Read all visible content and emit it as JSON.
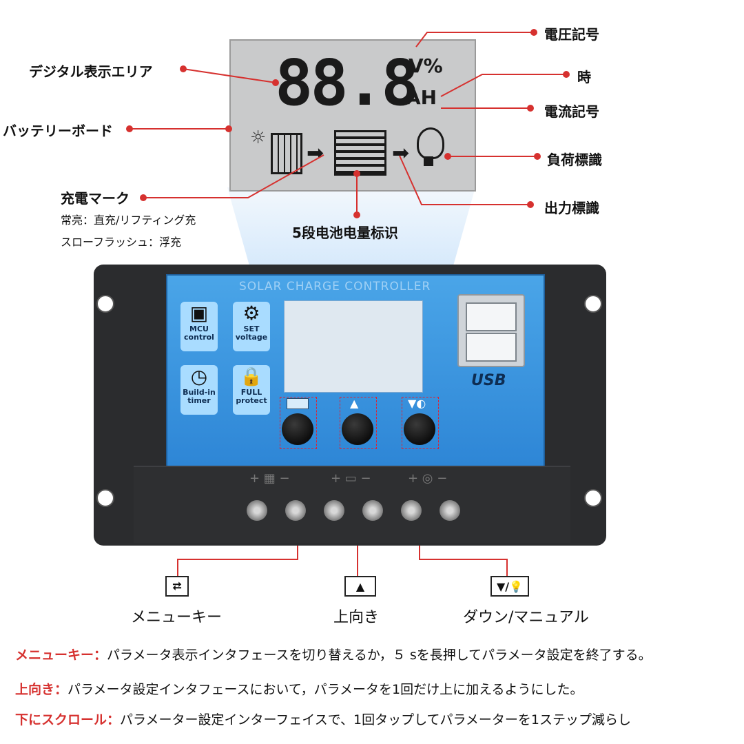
{
  "lcd": {
    "digits": "88.8",
    "unit_top": "V%",
    "unit_bottom": "AH"
  },
  "callouts": {
    "digital_area": "デジタル表示エリア",
    "battery_board": "バッテリーボード",
    "charge_mark": "充電マーク",
    "charge_mark_note1": "常亮：直充/リフティング充",
    "charge_mark_note2": "スローフラッシュ：浮充",
    "voltage_symbol": "電圧記号",
    "hour": "時",
    "current_symbol": "電流記号",
    "load_sign": "負荷標識",
    "output_sign": "出力標識",
    "battery_level": "5段电池电量标识"
  },
  "controller": {
    "title": "SOLAR CHARGE CONTROLLER",
    "tiles": [
      {
        "line1": "MCU",
        "line2": "control"
      },
      {
        "line1": "SET",
        "line2": "voltage"
      },
      {
        "line1": "Build-in",
        "line2": "timer"
      },
      {
        "line1": "FULL",
        "line2": "protect"
      }
    ],
    "usb_label": "USB"
  },
  "keys": {
    "menu": {
      "symbol": "⮂",
      "label": "メニューキー"
    },
    "up": {
      "symbol": "▲",
      "label": "上向き"
    },
    "down": {
      "symbol": "▼/💡",
      "label": "ダウン/マニュアル"
    }
  },
  "descriptions": [
    {
      "key": "メニューキー：",
      "text": "パラメータ表示インタフェースを切り替えるか，５ sを長押してパラメータ設定を終了する。"
    },
    {
      "key": "上向き：",
      "text": "パラメータ設定インタフェースにおいて，パラメータを1回だけ上に加えるようにした。"
    },
    {
      "key": "下にスクロール：",
      "text": "パラメーター設定インターフェイスで、1回タップしてパラメーターを1ステップ減らし"
    }
  ],
  "colors": {
    "accent_red": "#d6312f",
    "panel_blue": "#3a97e0",
    "body_dark": "#2b2c2e"
  }
}
